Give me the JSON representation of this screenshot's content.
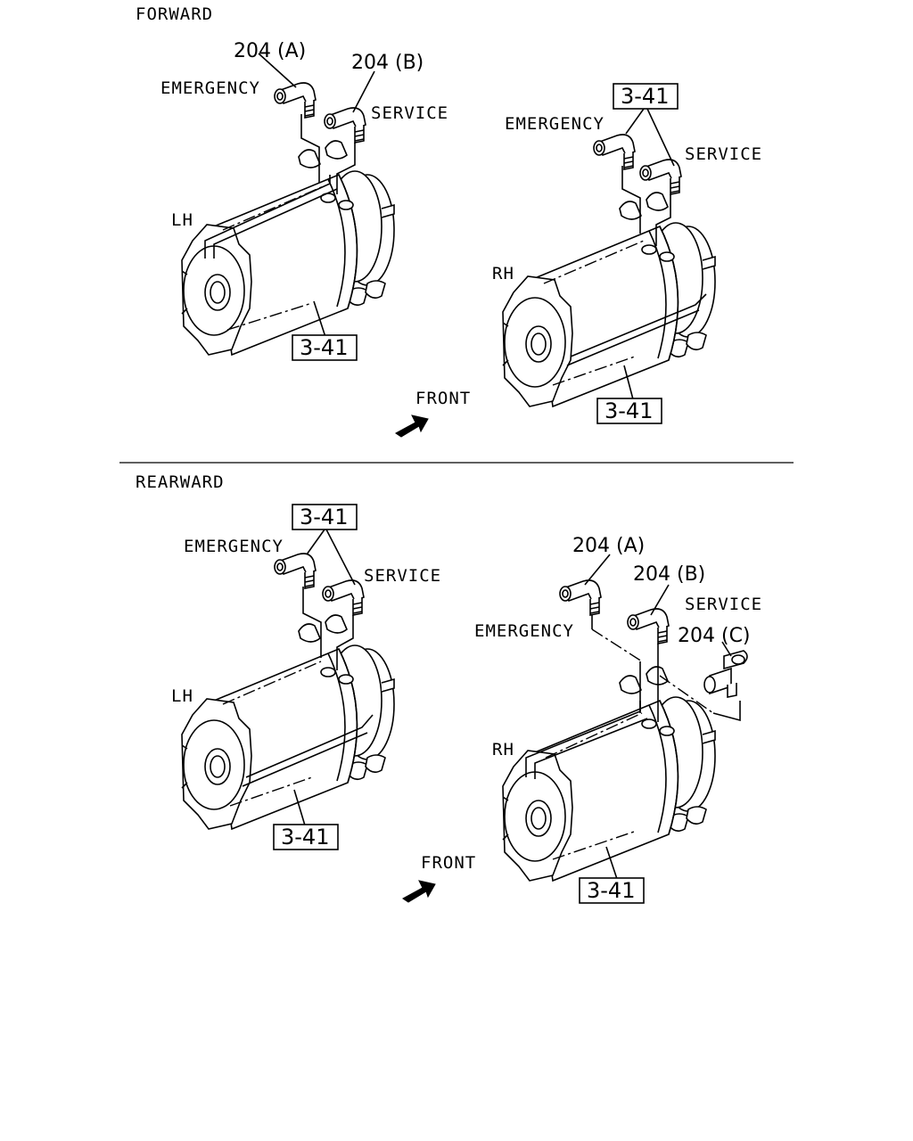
{
  "sections": {
    "forward": {
      "title": "FORWARD",
      "lh": {
        "side_label": "LH",
        "emergency_label": "EMERGENCY",
        "service_label": "SERVICE",
        "ref_a": "204 (A)",
        "ref_b": "204 (B)",
        "chamber_ref": "3-41"
      },
      "rh": {
        "side_label": "RH",
        "emergency_label": "EMERGENCY",
        "service_label": "SERVICE",
        "fitting_ref": "3-41",
        "chamber_ref": "3-41"
      },
      "front_label": "FRONT"
    },
    "rearward": {
      "title": "REARWARD",
      "lh": {
        "side_label": "LH",
        "emergency_label": "EMERGENCY",
        "service_label": "SERVICE",
        "fitting_ref": "3-41",
        "chamber_ref": "3-41"
      },
      "rh": {
        "side_label": "RH",
        "emergency_label": "EMERGENCY",
        "service_label": "SERVICE",
        "ref_a": "204 (A)",
        "ref_b": "204 (B)",
        "ref_c": "204 (C)",
        "chamber_ref": "3-41"
      },
      "front_label": "FRONT"
    }
  }
}
